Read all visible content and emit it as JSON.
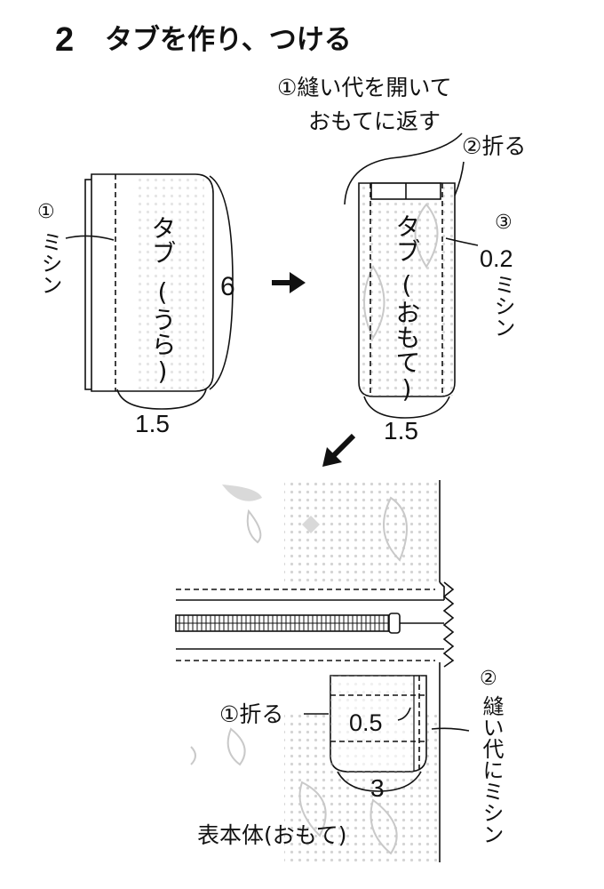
{
  "step": {
    "number": "2",
    "title": "タブを作り、つける"
  },
  "panel1": {
    "tab_label": "タブ",
    "tab_side": "(うら)",
    "note_stitch_marker": "①",
    "note_stitch": "ミシン",
    "dim_height": "6",
    "dim_width": "1.5"
  },
  "panel2": {
    "note_open_line1": "①縫い代を開いて",
    "note_open_line2": "おもてに返す",
    "note_fold": "②折る",
    "tab_label": "タブ",
    "tab_side": "(おもて)",
    "note_stitch_marker": "③",
    "note_stitch_value": "0.2",
    "note_stitch": "ミシン",
    "dim_width": "1.5"
  },
  "panel3": {
    "note_fold": "①折る",
    "dim_fold": "0.5",
    "note_seam_marker": "②",
    "note_seam": "縫い代にミシン",
    "dim_width": "3",
    "body_label": "表本体(おもて)"
  },
  "arrows": [
    "right-arrow",
    "down-left-arrow"
  ]
}
